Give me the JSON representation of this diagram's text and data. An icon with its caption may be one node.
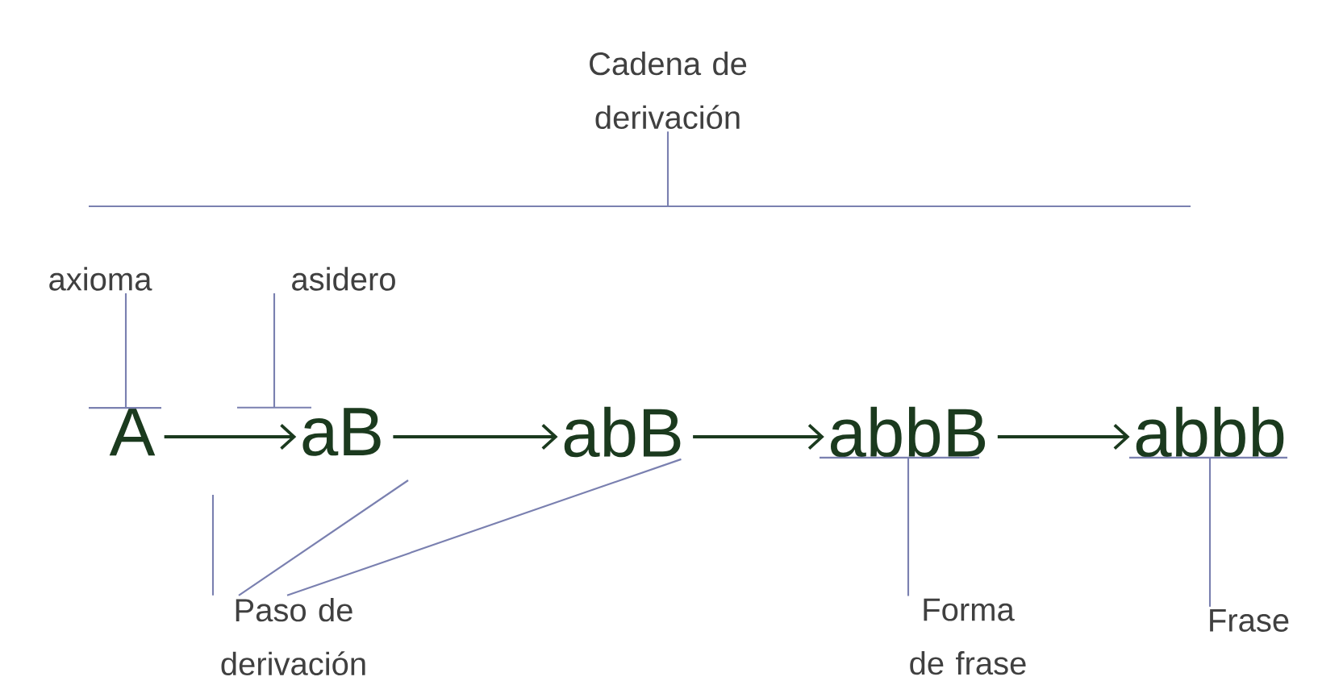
{
  "diagram": {
    "nodes": [
      {
        "text": [
          "Cadena de derivación"
        ]
      },
      {
        "text": [
          "axioma"
        ]
      },
      {
        "text": [
          "asidero"
        ]
      },
      {
        "text": [
          "A"
        ]
      },
      {
        "text": [
          "aB"
        ]
      },
      {
        "text": [
          "abB"
        ]
      },
      {
        "text": [
          "abbB"
        ]
      },
      {
        "text": [
          "abbb"
        ]
      },
      {
        "text": [
          "Paso de derivación"
        ]
      },
      {
        "text": [
          "Forma de frase"
        ]
      },
      {
        "text": [
          "Frase"
        ]
      }
    ],
    "edges": [
      {
        "from": 0,
        "to": null,
        "arrow": "none"
      },
      {
        "from": 1,
        "to": 3,
        "arrow": "none"
      },
      {
        "from": 2,
        "to": 4,
        "arrow": "none"
      },
      {
        "from": 3,
        "to": 4,
        "arrow": "to",
        "color": "#1b3a1e"
      },
      {
        "from": 4,
        "to": 5,
        "arrow": "to",
        "color": "#1b3a1e"
      },
      {
        "from": 5,
        "to": 6,
        "arrow": "to",
        "color": "#1b3a1e"
      },
      {
        "from": 6,
        "to": 7,
        "arrow": "to",
        "color": "#1b3a1e"
      },
      {
        "from": 8,
        "to": null,
        "arrow": "none"
      },
      {
        "from": 8,
        "to": null,
        "arrow": "none"
      },
      {
        "from": 8,
        "to": 5,
        "arrow": "none"
      },
      {
        "from": 9,
        "to": 6,
        "arrow": "none"
      },
      {
        "from": 10,
        "to": 7,
        "arrow": "none"
      }
    ]
  }
}
